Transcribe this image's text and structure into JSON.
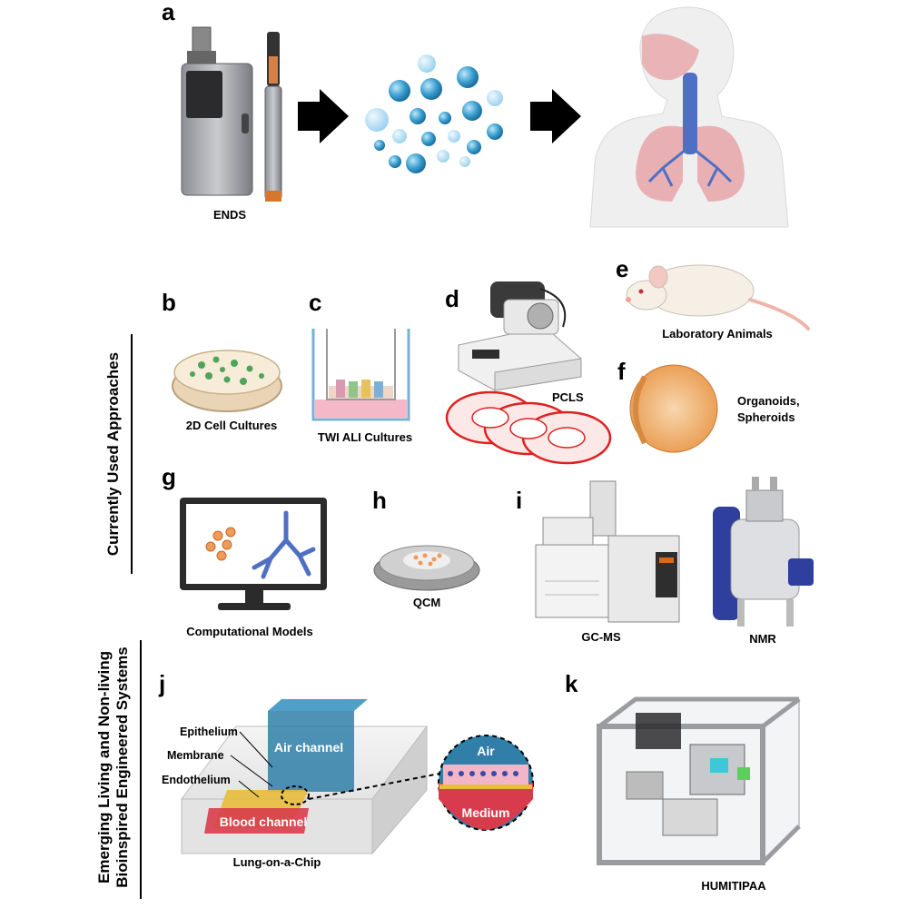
{
  "panels": {
    "a": {
      "letter": "a",
      "caption": "ENDS"
    },
    "b": {
      "letter": "b",
      "caption": "2D Cell Cultures"
    },
    "c": {
      "letter": "c",
      "caption": "TWI ALI Cultures"
    },
    "d": {
      "letter": "d",
      "caption": "PCLS"
    },
    "e": {
      "letter": "e",
      "caption": "Laboratory Animals"
    },
    "f": {
      "letter": "f",
      "caption_line1": "Organoids,",
      "caption_line2": "Spheroids"
    },
    "g": {
      "letter": "g",
      "caption": "Computational Models"
    },
    "h": {
      "letter": "h",
      "caption": "QCM"
    },
    "i": {
      "letter": "i",
      "caption_gcms": "GC-MS",
      "caption_nmr": "NMR"
    },
    "j": {
      "letter": "j",
      "caption": "Lung-on-a-Chip",
      "epithelium": "Epithelium",
      "membrane": "Membrane",
      "endothelium": "Endothelium",
      "air_channel": "Air channel",
      "blood_channel": "Blood channel",
      "zoom_air": "Air",
      "zoom_medium": "Medium"
    },
    "k": {
      "letter": "k",
      "caption": "HUMITIPAA"
    }
  },
  "side_labels": {
    "current": "Currently  Used Approaches",
    "emerging_line1": "Emerging Living and Non-living",
    "emerging_line2": "Bioinspired Engineered Systems"
  },
  "colors": {
    "aerosol": "#3a9fd0",
    "lung": "#e8a4a8",
    "airway": "#4e6fc4",
    "cells_green": "#4fa35a",
    "pcls_red": "#e02020",
    "air_channel": "#2f7fa8",
    "blood_channel": "#d83c4c",
    "nmr_blue": "#2e3f9e",
    "orange_particles": "#f39a5a"
  }
}
